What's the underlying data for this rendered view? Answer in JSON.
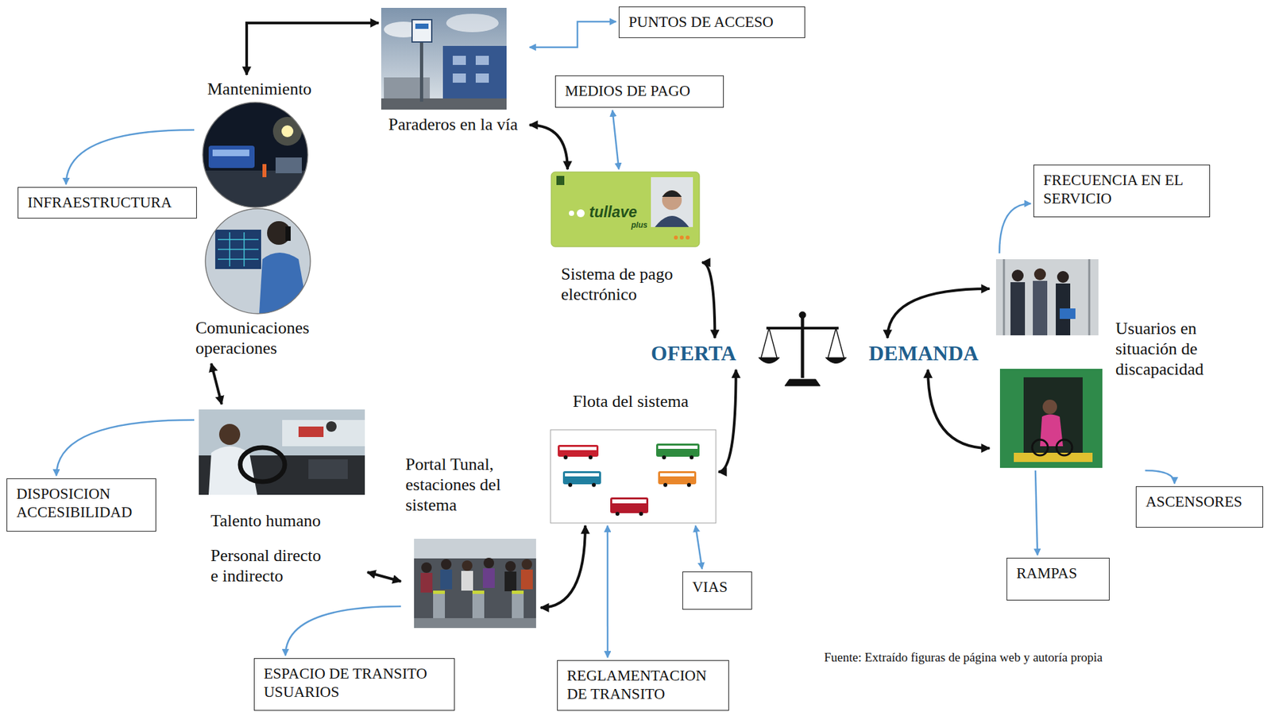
{
  "diagram": {
    "caption": "Fuente: Extraído figuras de página web y autoría propia",
    "nodes": [
      {
        "text": [
          "Mantenimiento"
        ]
      },
      {
        "text": [
          "Paraderos en la vía"
        ]
      },
      {
        "text": [
          "PUNTOS DE ACCESO"
        ]
      },
      {
        "text": [
          "MEDIOS DE PAGO"
        ]
      },
      {
        "text": [
          "Sistema de pago electrónico"
        ]
      },
      {
        "text": [
          "INFRAESTRUCTURA"
        ]
      },
      {
        "text": [
          "Comunicaciones operaciones"
        ]
      },
      {
        "text": [
          "OFERTA"
        ]
      },
      {
        "text": [
          "DEMANDA"
        ]
      },
      {
        "text": [
          "FRECUENCIA EN EL SERVICIO"
        ]
      },
      {
        "text": [
          "Usuarios en situación de discapacidad"
        ]
      },
      {
        "text": [
          "ASCENSORES"
        ]
      },
      {
        "text": [
          "RAMPAS"
        ]
      },
      {
        "text": [
          "DISPOSICION ACCESIBILIDAD"
        ]
      },
      {
        "text": [
          "Talento humano",
          "Personal directo e indirecto"
        ]
      },
      {
        "text": [
          "Portal Tunal, estaciones del sistema"
        ]
      },
      {
        "text": [
          "Flota del sistema"
        ]
      },
      {
        "text": [
          "VIAS"
        ]
      },
      {
        "text": [
          "ESPACIO DE TRANSITO USUARIOS"
        ]
      },
      {
        "text": [
          "REGLAMENTACION DE TRANSITO"
        ]
      }
    ],
    "edges": [
      {
        "from": 0,
        "to": 1,
        "arrow": "both"
      },
      {
        "from": 1,
        "to": 2,
        "arrow": "both"
      },
      {
        "from": 1,
        "to": 4,
        "arrow": "both"
      },
      {
        "from": 3,
        "to": 4,
        "arrow": "both"
      },
      {
        "from": 4,
        "to": 7,
        "arrow": "both"
      },
      {
        "from": 7,
        "to": 16,
        "arrow": "both"
      },
      {
        "from": 15,
        "to": 16,
        "arrow": "both"
      },
      {
        "from": 16,
        "to": 19,
        "arrow": "both"
      },
      {
        "from": 16,
        "to": 17,
        "arrow": "both"
      },
      {
        "from": 15,
        "to": 18,
        "arrow": "to"
      },
      {
        "from": 14,
        "to": 15,
        "arrow": "both"
      },
      {
        "from": 14,
        "to": 13,
        "arrow": "to"
      },
      {
        "from": 6,
        "to": 14,
        "arrow": "both"
      },
      {
        "from": 0,
        "to": 5,
        "arrow": "to"
      },
      {
        "from": 8,
        "to": 10,
        "arrow": "both"
      },
      {
        "from": 8,
        "to": 10,
        "arrow": "both"
      },
      {
        "from": 10,
        "to": 9,
        "arrow": "to"
      },
      {
        "from": 10,
        "to": 11,
        "arrow": "to"
      },
      {
        "from": 10,
        "to": 12,
        "arrow": "to"
      }
    ],
    "labels": [
      "tullave",
      "plus"
    ]
  }
}
